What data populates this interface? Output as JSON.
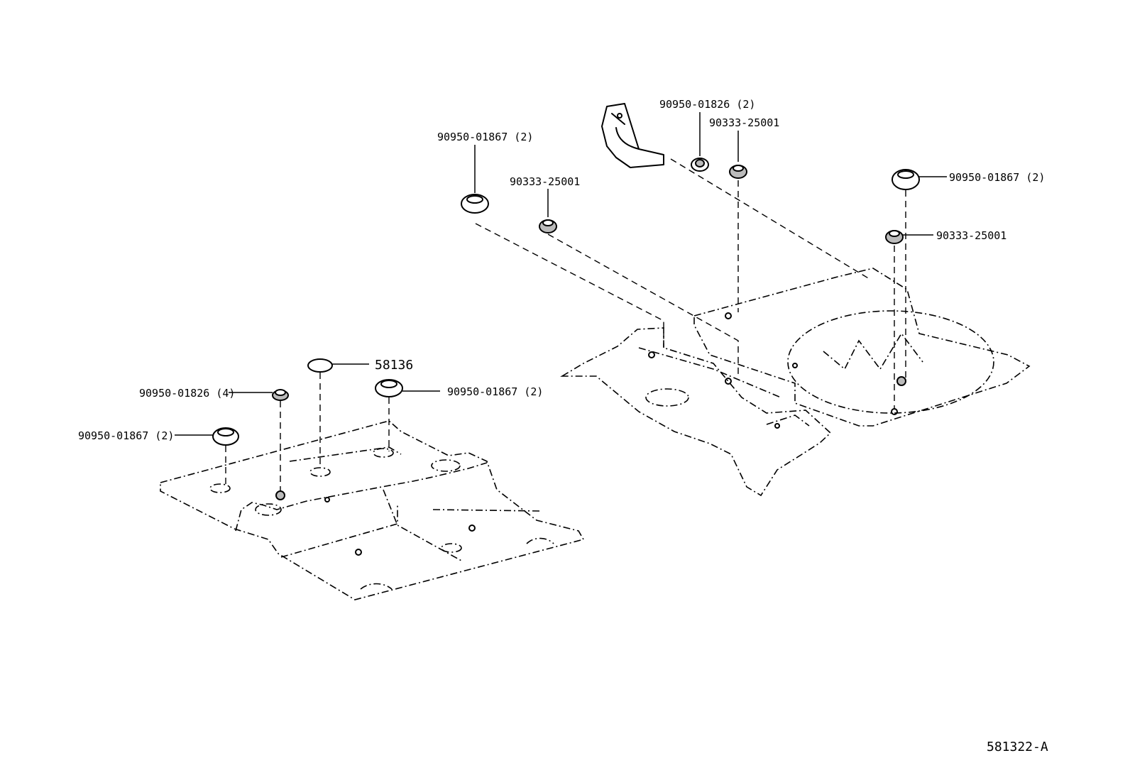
{
  "diagram_id": "581322-A",
  "callouts": {
    "plug_58136": "58136",
    "left_90950_01826": "90950-01826 (4)",
    "left_90950_01867_a": "90950-01867 (2)",
    "left_90950_01867_b": "90950-01867 (2)",
    "mid_90950_01867": "90950-01867 (2)",
    "mid_90333_25001": "90333-25001",
    "top_90950_01826": "90950-01826 (2)",
    "top_90333_25001": "90333-25001",
    "right_90950_01867": "90950-01867 (2)",
    "right_90333_25001": "90333-25001"
  }
}
